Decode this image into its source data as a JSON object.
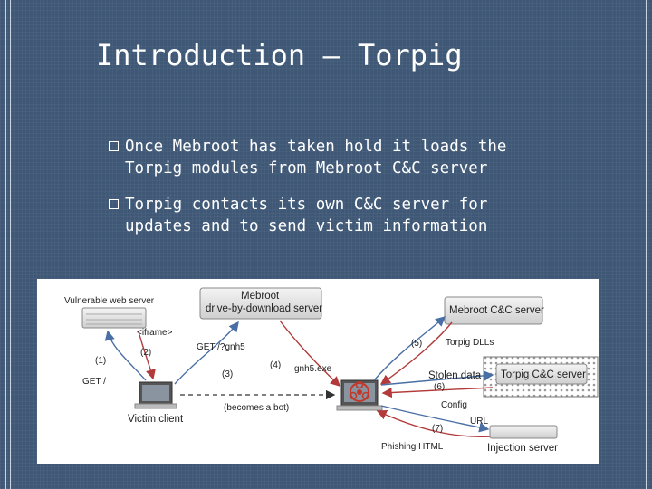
{
  "slide": {
    "title": "Introduction – Torpig",
    "bullets": [
      "Once Mebroot has taken hold it loads the\nTorpig modules from Mebroot C&C server",
      "Torpig contacts its own C&C server for\nupdates and to send victim information"
    ]
  },
  "diagram": {
    "nodes": {
      "web_server": "Vulnerable web server",
      "dbd_line1": "Mebroot",
      "dbd_line2": "drive-by-download server",
      "mebroot_cc": "Mebroot C&C server",
      "torpig_cc": "Torpig C&C server",
      "victim": "Victim client",
      "injection": "Injection server"
    },
    "labels": {
      "iframe": "<iframe>",
      "step1": "(1)",
      "step2": "(2)",
      "get_root": "GET /",
      "get_gnh5": "GET /?gnh5",
      "step3": "(3)",
      "step4": "(4)",
      "gnh5_exe": "gnh5.exe",
      "becomes_bot": "(becomes a bot)",
      "step5": "(5)",
      "torpig_dlls": "Torpig DLLs",
      "stolen_data": "Stolen data",
      "step6": "(6)",
      "config": "Config",
      "url": "URL",
      "step7": "(7)",
      "phishing_html": "Phishing HTML"
    },
    "colors": {
      "blue_arrow": "#4a6fa5",
      "red_arrow": "#b23a3a",
      "biohazard": "#c0392b"
    }
  }
}
